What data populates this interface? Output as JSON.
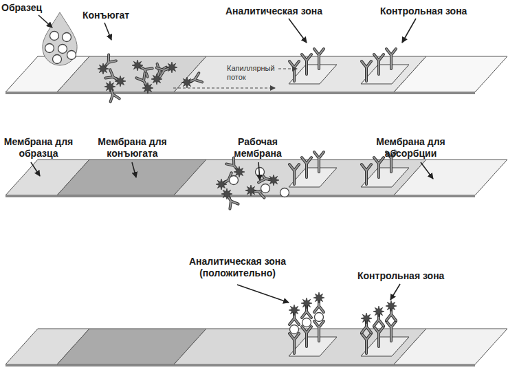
{
  "diagram": {
    "labels": [
      "Образец",
      "Конъюгат",
      "Аналитическая зона",
      "Контрольная зона",
      "Капиллярный поток",
      "Мембрана для образца",
      "Мембрана для конъюгата",
      "Рабочая мембрана",
      "Мембрана для абсорбции",
      "Аналитическая зона (положительно)",
      "Контрольная зона"
    ]
  }
}
